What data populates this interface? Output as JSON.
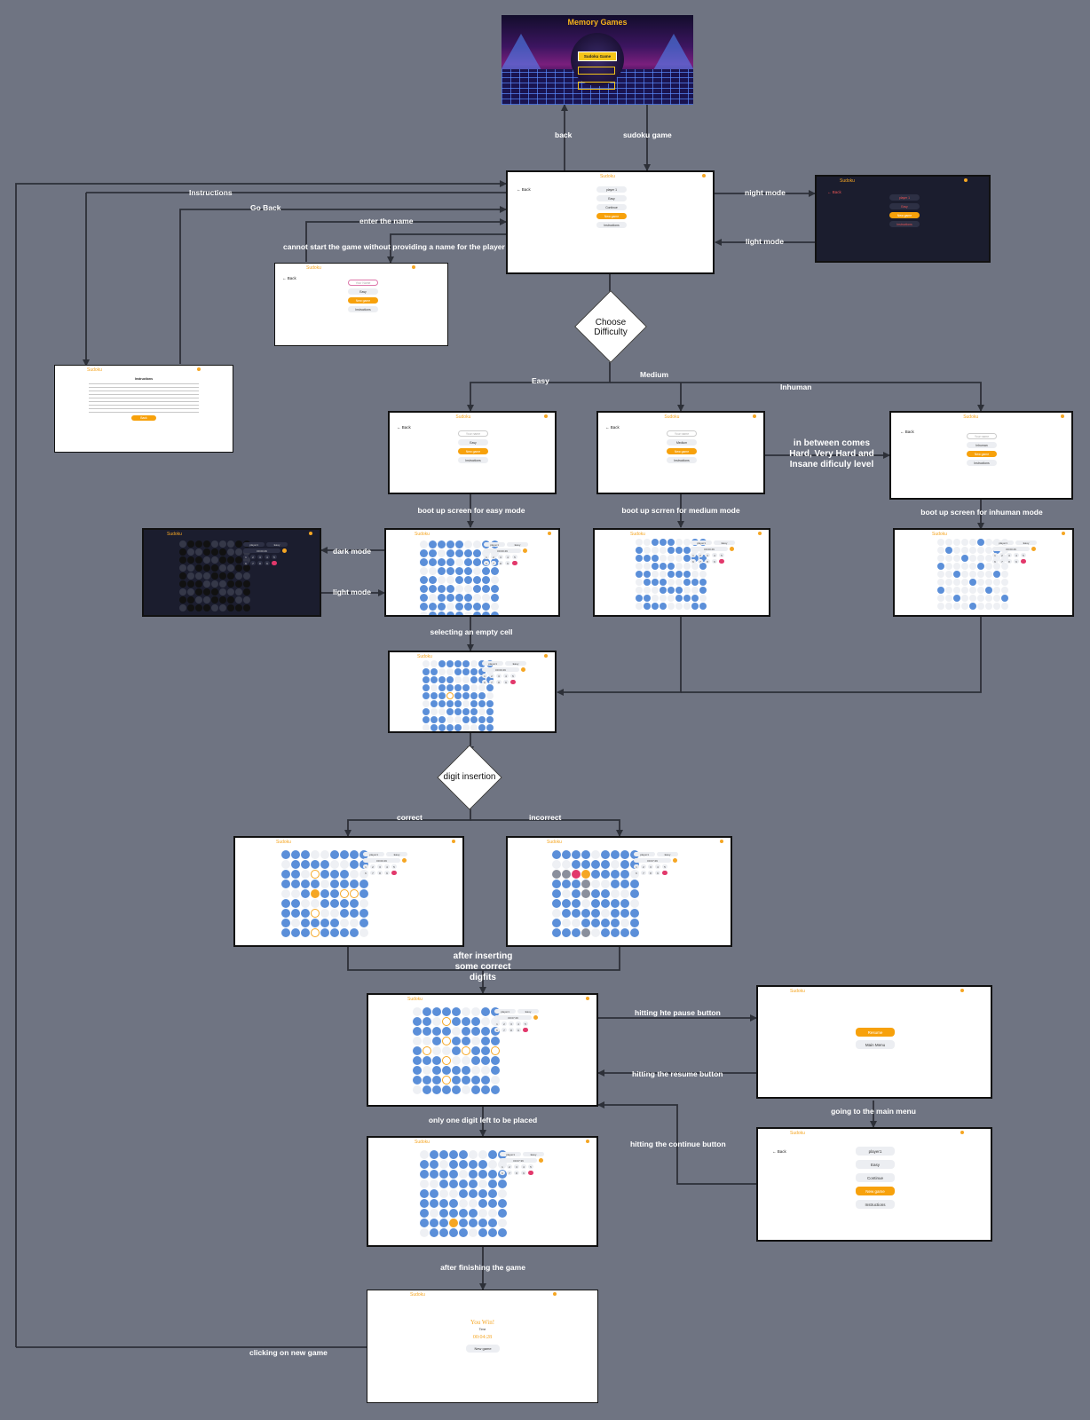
{
  "labels": {
    "back": "back",
    "sudoku_game": "sudoku game",
    "instructions": "Instructions",
    "go_back": "Go Back",
    "enter_name": "enter the name",
    "cannot_start": "cannot start the game without providing a name for the player",
    "night_mode": "night mode",
    "light_mode_top": "light mode",
    "easy": "Easy",
    "medium": "Medium",
    "inhuman": "Inhuman",
    "in_between": "in between comes Hard, Very Hard  and Insane dificuly level",
    "boot_easy": "boot up screen for easy mode",
    "boot_medium": "boot up scrren for medium mode",
    "boot_inhuman": "boot up screen for inhuman mode",
    "dark_mode": "dark mode",
    "light_mode": "light mode",
    "selecting_cell": "selecting an empty cell",
    "correct": "correct",
    "incorrect": "incorrect",
    "after_inserting": "after inserting some correct digfits",
    "pause": "hitting hte pause button",
    "resume": "hitting the resume button",
    "main_menu": "going to the main menu",
    "continue": "hitting the continue button",
    "one_left": "only one digit left to be placed",
    "after_finishing": "after finishing the game",
    "new_game_link": "clicking on new game"
  },
  "decisions": {
    "difficulty": "Choose Difficulty",
    "digit": "digit insertion"
  },
  "home": {
    "title": "Memory Games",
    "button": "Sudoku Game"
  },
  "screens": {
    "app_title": "Sudoku",
    "back": "← Back",
    "menu": {
      "player": "player 1",
      "difficulty": "Easy",
      "continue": "Continue",
      "new_game": "New game",
      "instructions": "Instructions"
    },
    "name_prompt": {
      "placeholder": "Your Name",
      "difficulty": "Easy",
      "new_game": "New game",
      "instructions": "Instructions"
    },
    "instructions_page": {
      "heading": "Instructions",
      "button": "Back"
    },
    "easy_menu": {
      "placeholder": "Your name",
      "difficulty": "Easy",
      "new_game": "New game",
      "instructions": "Instructions"
    },
    "medium_menu": {
      "placeholder": "Your name",
      "difficulty": "Medium",
      "new_game": "New game",
      "instructions": "Instructions"
    },
    "inhuman_menu": {
      "placeholder": "Your name",
      "difficulty": "Inhuman",
      "new_game": "New game",
      "instructions": "Instructions"
    },
    "panel": {
      "player": "player1",
      "difficulty": "Easy",
      "timer_a": "00:00:49",
      "timer_b": "00:07:29",
      "timer_c": "00:07:36"
    },
    "pause_menu": {
      "resume": "Resume",
      "main_menu": "Main Menu"
    },
    "main_menu": {
      "player": "player1",
      "difficulty": "Easy",
      "continue": "Continue",
      "new_game": "New game",
      "instructions": "Instructions"
    },
    "win": {
      "title": "You Win!",
      "time_label": "Time",
      "time": "00:04:28",
      "button": "New game"
    }
  },
  "colors": {
    "background": "#6f7482",
    "accent": "#f7a10b",
    "cell_filled": "#5b8fd9",
    "cell_error": "#e2386b"
  }
}
